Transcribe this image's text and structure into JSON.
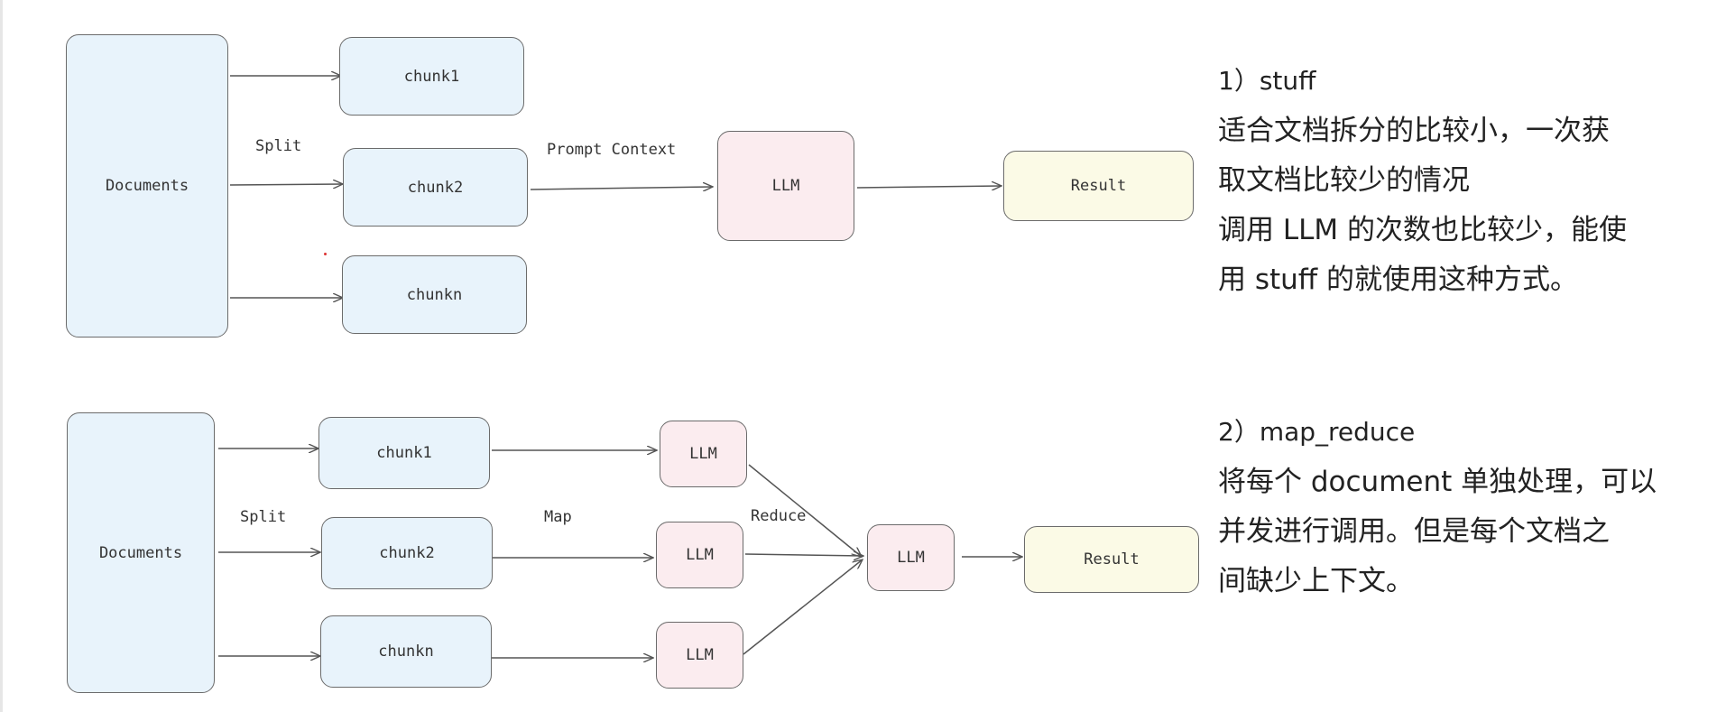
{
  "stuff": {
    "documents": "Documents",
    "split": "Split",
    "chunks": [
      "chunk1",
      "chunk2",
      "chunkn"
    ],
    "prompt_context": "Prompt Context",
    "llm": "LLM",
    "result": "Result"
  },
  "map_reduce": {
    "documents": "Documents",
    "split": "Split",
    "chunks": [
      "chunk1",
      "chunk2",
      "chunkn"
    ],
    "map": "Map",
    "reduce": "Reduce",
    "llms": [
      "LLM",
      "LLM",
      "LLM"
    ],
    "final_llm": "LLM",
    "result": "Result"
  },
  "notes": {
    "stuff_heading": "1）stuff",
    "stuff_lines": [
      "适合文档拆分的比较小，一次获",
      "取文档比较少的情况",
      "调用 LLM 的次数也比较少，能使",
      "用 stuff 的就使用这种方式。"
    ],
    "map_reduce_heading": "2）map_reduce",
    "map_reduce_lines": [
      "将每个 document 单独处理，可以",
      "并发进行调用。但是每个文档之",
      "间缺少上下文。"
    ]
  },
  "colors": {
    "doc_fill": "#e8f3fb",
    "llm_fill": "#fbecef",
    "result_fill": "#fbfae6",
    "stroke": "#6b6b6b"
  }
}
